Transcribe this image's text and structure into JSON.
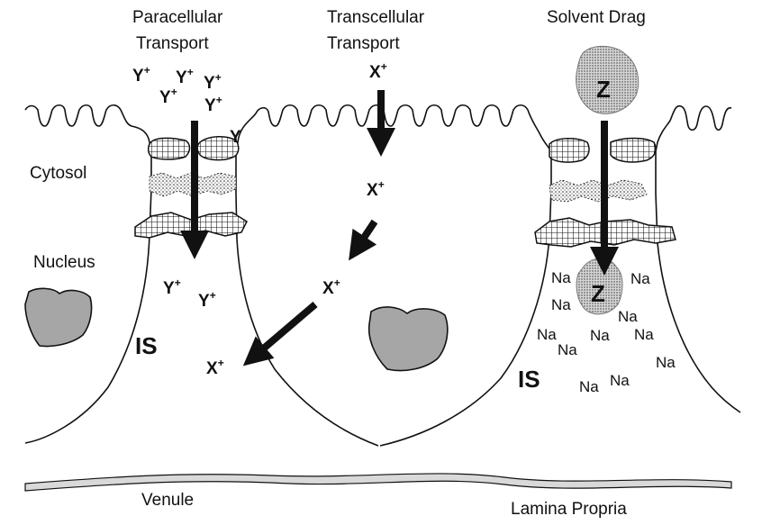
{
  "labels": {
    "paracellular": [
      "Paracellular",
      "Transport"
    ],
    "transcellular": [
      "Transcellular",
      "Transport"
    ],
    "solvent_drag": "Solvent Drag",
    "cytosol": "Cytosol",
    "nucleus": "Nucleus",
    "is": "IS",
    "venule": "Venule",
    "lamina_propria": "Lamina Propria"
  },
  "ions": {
    "y": "Y",
    "x": "X",
    "charge": "+",
    "z": "Z",
    "na": "Na"
  },
  "colors": {
    "ink": "#111111",
    "nucleus_fill": "#a6a6a6",
    "z_fill": "#c8c8c8",
    "venule_fill": "#d9d9d9"
  }
}
